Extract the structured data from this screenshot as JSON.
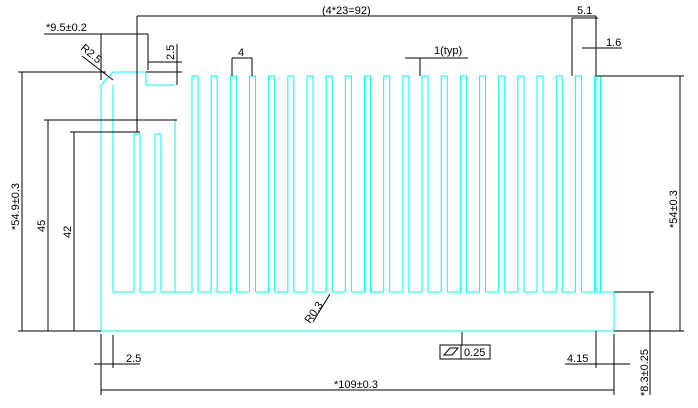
{
  "colors": {
    "part_outline": "#00ffff",
    "dimension": "#000000",
    "background": "#ffffff"
  },
  "dimensions": {
    "pitch_total": "(4*23=92)",
    "right_fin_offset": "5.1",
    "right_edge_fin": "1.6",
    "left_fin_width": "*9.5±0.2",
    "corner_radius": "R2.5",
    "step_height": "2.5",
    "slot_width": "4",
    "fin_thickness": "1(typ)",
    "overall_height_left": "*54.9±0.3",
    "height_45": "45",
    "height_42": "42",
    "overall_height_right": "*54±0.3",
    "root_radius": "R0.3",
    "base_left_offset": "2.5",
    "flatness": "0.25",
    "base_right_offset": "4.15",
    "base_thickness": "*8.3±0.25",
    "overall_width": "*109±0.3"
  }
}
